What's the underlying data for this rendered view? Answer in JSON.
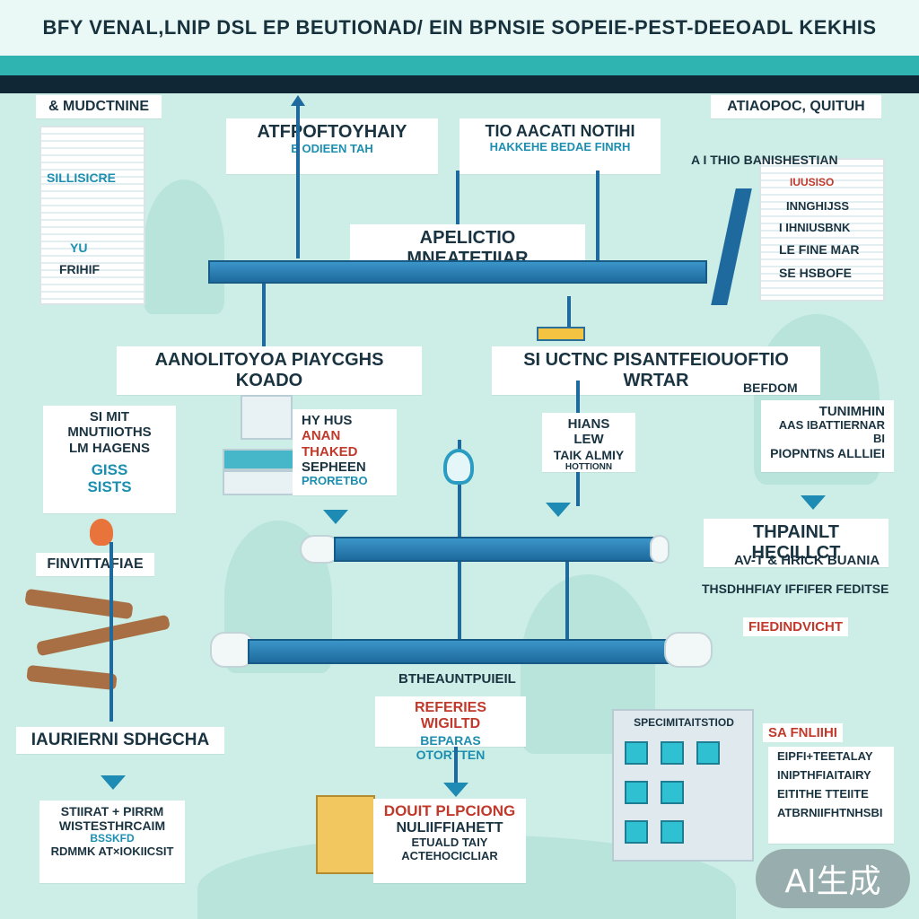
{
  "title": "BFY VENAL,LNIP DSL EP BEUTIONAD/ EIN BPNSIE SOPEIE-PEST-DEEOADL KEKHIS",
  "nodes": {
    "top_left": {
      "lines": [
        "& MUDCTNINE",
        "SILLISICRE",
        "YU",
        "FRIHIF"
      ]
    },
    "top_center_left": {
      "lines": [
        "ATFPOFTOYHAIY",
        "E ODIEEN TAH"
      ]
    },
    "top_center_right": {
      "lines": [
        "TIO AACATI NOTIHI",
        "HAKKEHE BEDAE FINRH"
      ]
    },
    "top_right": {
      "title": "ATIAOPOC, QUITUH",
      "lines": [
        "A I THIO BANISHESTIAN",
        "IUUSISO",
        "INNGHIJSS",
        "I IHNIUSBNK",
        "LE FINE MAR",
        "SE HSBOFE"
      ]
    },
    "main_bar_label": "APELICTIO MNEATETIIAR",
    "mid_left": "AANOLITOYOA PIAYCGHS KOADO",
    "mid_right": {
      "title": "SI UCTNC PISANTFEIOUOFTIO WRTAR",
      "sub": "BEFDOM"
    },
    "left_stack": {
      "lines": [
        "SI MIT MNUTIIOTHS",
        "LM HAGENS",
        "GISS",
        "SISTS"
      ]
    },
    "center_left": {
      "lines": [
        "HY HUS",
        "ANAN THAKED",
        "SEPHEEN",
        "PRORETBO"
      ]
    },
    "center_right": {
      "lines": [
        "HIANS LEW",
        "TAIK ALMIY",
        "HOTTIONN"
      ]
    },
    "right_mid": {
      "lines": [
        "TUNIMHIN",
        "AAS IBATTIERNAR BI",
        "PIOPNTNS ALLLIEI"
      ]
    },
    "left_fire": "FINVITTAFIAE",
    "right_lower": {
      "title": "THPAINLT HECILLCT",
      "lines": [
        "AV-T & HRICK BUANIA",
        "THSDHHFIAY IFFIFER FEDITSE"
      ],
      "red": "FIEDINDVICHT"
    },
    "bottom_left": "IAURIERNI SDHGCHA",
    "bottom_left_note": {
      "lines": [
        "STIIRAT + PIRRM",
        "WISTESTHRCAIM",
        "BSSKFD",
        "RDMMK AT×IOKIICSIT"
      ]
    },
    "center_bottom": {
      "top": "BTHEAUNTPUIEIL",
      "lines": [
        "REFERIES WIGILTD",
        "BEPARAS OTORTTEN"
      ]
    },
    "bottom_center": {
      "title": "DOUIT PLPCIONG",
      "lines": [
        "NULIIFFIAHETT",
        "ETUALD TAIY",
        "ACTEHOCICLIAR"
      ]
    },
    "building": {
      "sign": "SPECIMITAITSTIOD",
      "red_sign": "SA FNLIIHI"
    },
    "bottom_right": {
      "lines": [
        "EIPFI+TEETALAY",
        "INIPTHFIAITAIRY",
        "EITITHE TTEIITE",
        "ATBRNIIFHTNHSBI"
      ]
    },
    "watermark": "AI生成"
  }
}
